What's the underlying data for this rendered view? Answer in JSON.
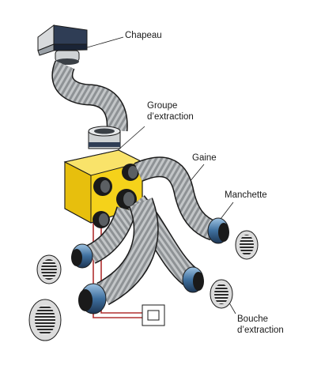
{
  "labels": {
    "chapeau": "Chapeau",
    "groupe_line1": "Groupe",
    "groupe_line2": "d’extraction",
    "gaine": "Gaine",
    "manchette": "Manchette",
    "bouche_line1": "Bouche",
    "bouche_line2": "d’extraction"
  },
  "colors": {
    "unit_yellow": "#f5d21a",
    "duct_grey": "#b9bcbe",
    "collar_blue": "#3e6f9e",
    "grille_dark": "#2a2a2a",
    "wire_red": "#b03030",
    "cap_navy": "#2f3d55"
  }
}
